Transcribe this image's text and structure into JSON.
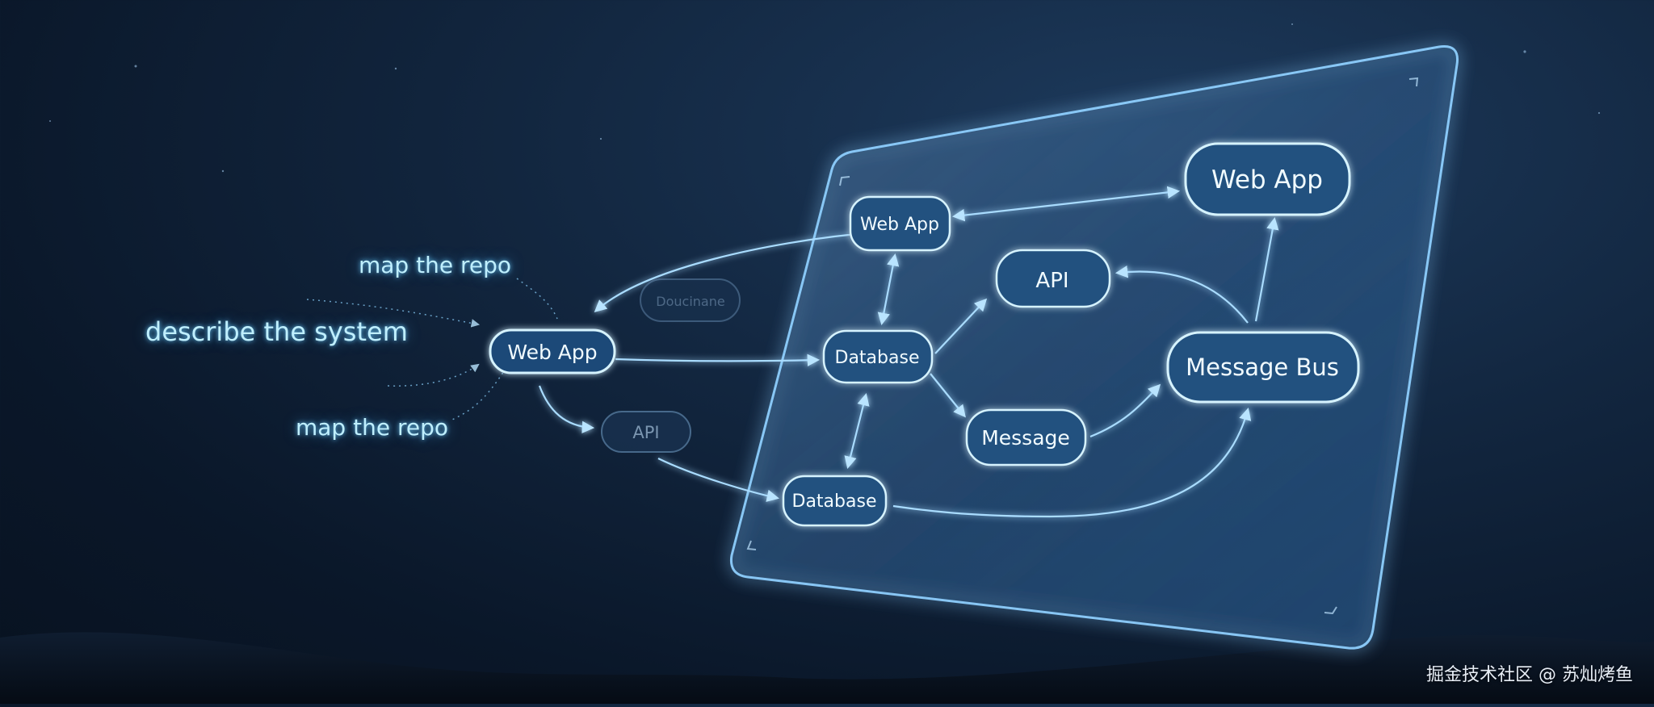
{
  "colors": {
    "node_stroke": "#cfefff",
    "node_fill": "#1c4470",
    "edge": "#a9dcff",
    "glow": "#5ab8ff"
  },
  "prompts": [
    {
      "id": "prompt-1",
      "text": "map the repo"
    },
    {
      "id": "prompt-2",
      "text": "describe the system"
    },
    {
      "id": "prompt-3",
      "text": "map the repo"
    }
  ],
  "left_nodes": {
    "web_app": "Web App",
    "faded_node": "Doucinane",
    "api": "API"
  },
  "panel_nodes": {
    "web_app_small": "Web App",
    "web_app_large": "Web App",
    "api": "API",
    "database_mid": "Database",
    "message": "Message",
    "message_bus": "Message Bus",
    "database_bottom": "Database"
  },
  "watermark": "掘金技术社区 @ 苏灿烤鱼"
}
